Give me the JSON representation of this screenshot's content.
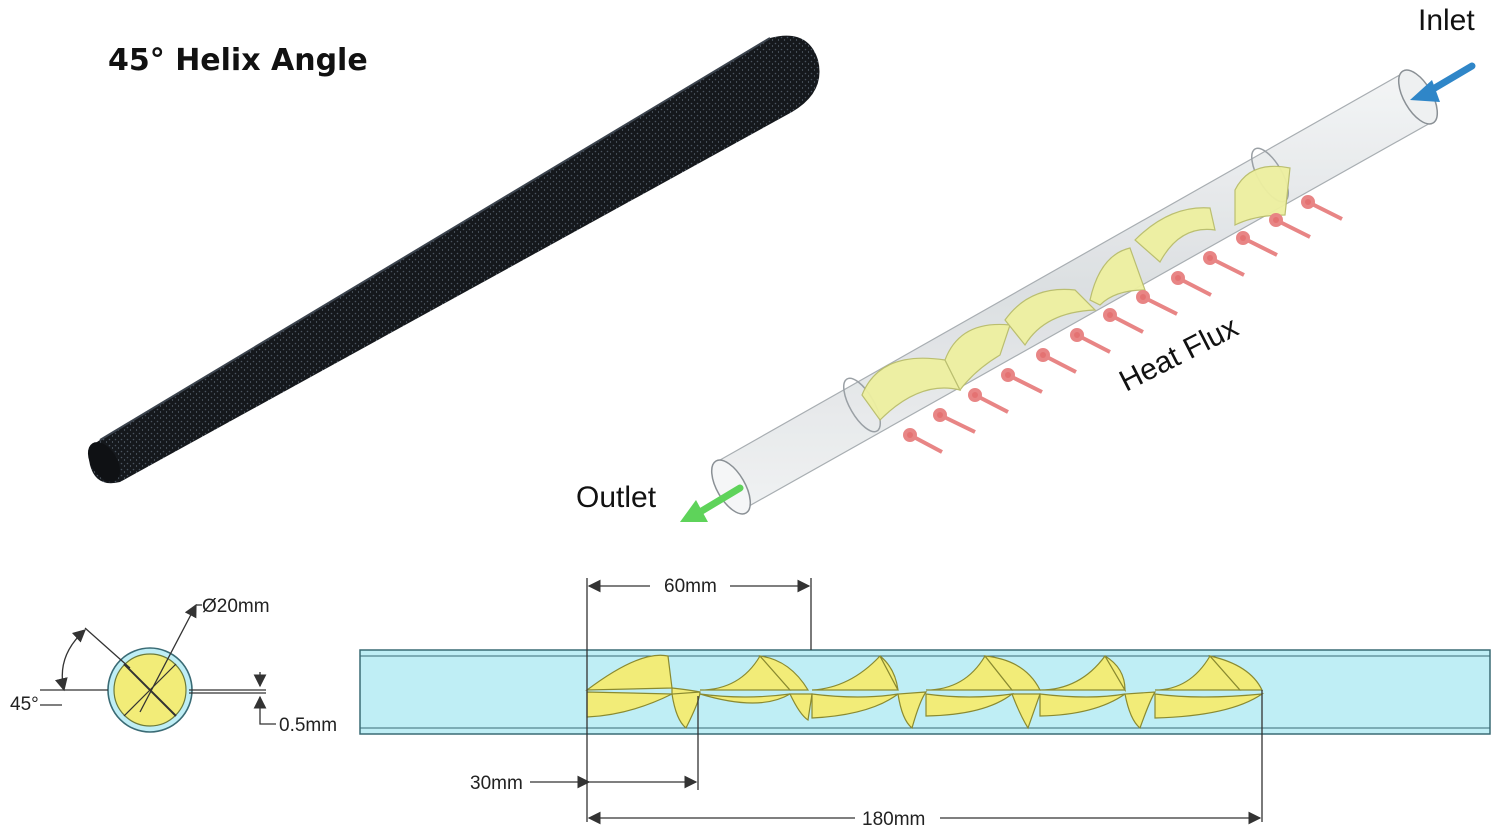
{
  "title": "45° Helix Angle",
  "labels": {
    "inlet": "Inlet",
    "outlet": "Outlet",
    "heat_flux": "Heat Flux"
  },
  "dimensions": {
    "diameter": "Ø20mm",
    "angle": "45°",
    "thickness": "0.5mm",
    "pitch_full": "60mm",
    "pitch_half": "30mm",
    "insert_length": "180mm"
  },
  "colors": {
    "mesh": "#1a1d22",
    "tube_glass": "#dfe3e6",
    "insert_yellow": "#eef0a0",
    "arrow_inlet": "#2f86c8",
    "arrow_outlet": "#5ed35a",
    "heat_flux_arrow": "#e88585",
    "tube_cyan": "#bfeef5",
    "twist_yellow": "#f2ec78"
  }
}
